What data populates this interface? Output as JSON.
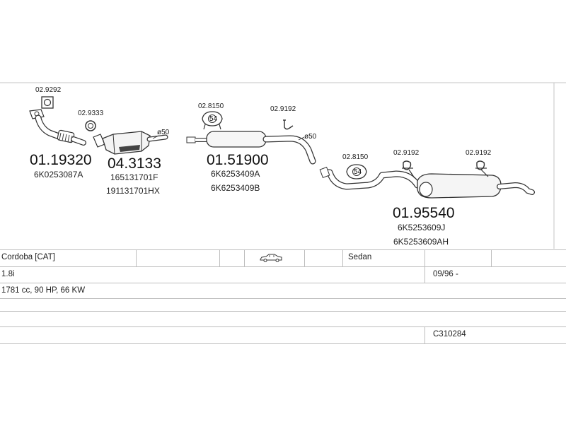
{
  "parts": {
    "downpipe": {
      "part_no": "01.19320",
      "oem": "6K0253087A",
      "flange_gasket": "02.9292",
      "ring_gasket": "02.9333"
    },
    "catalyst": {
      "part_no": "04.3133",
      "oem_1": "165131701F",
      "oem_2": "191131701HX",
      "diameter": "ø50"
    },
    "middle_silencer": {
      "part_no": "01.51900",
      "oem_1": "6K6253409A",
      "oem_2": "6K6253409B",
      "mount_rubber": "02.8150",
      "clamp": "02.9192",
      "diameter": "ø50"
    },
    "rear_silencer": {
      "part_no": "01.95540",
      "oem_1": "6K5253609J",
      "oem_2": "6K5253609AH",
      "mount_rubber": "02.8150",
      "clamp_1": "02.9192",
      "clamp_2": "02.9192"
    },
    "mount_badge": "54"
  },
  "vehicle": {
    "model": "Cordoba  [CAT]",
    "body": "Sedan",
    "body_icon": "car-sedan-icon",
    "engine": "1.8i",
    "date_from": "09/96 -",
    "spec": "1781 cc, 90 HP, 66 KW",
    "code": "C310284"
  }
}
